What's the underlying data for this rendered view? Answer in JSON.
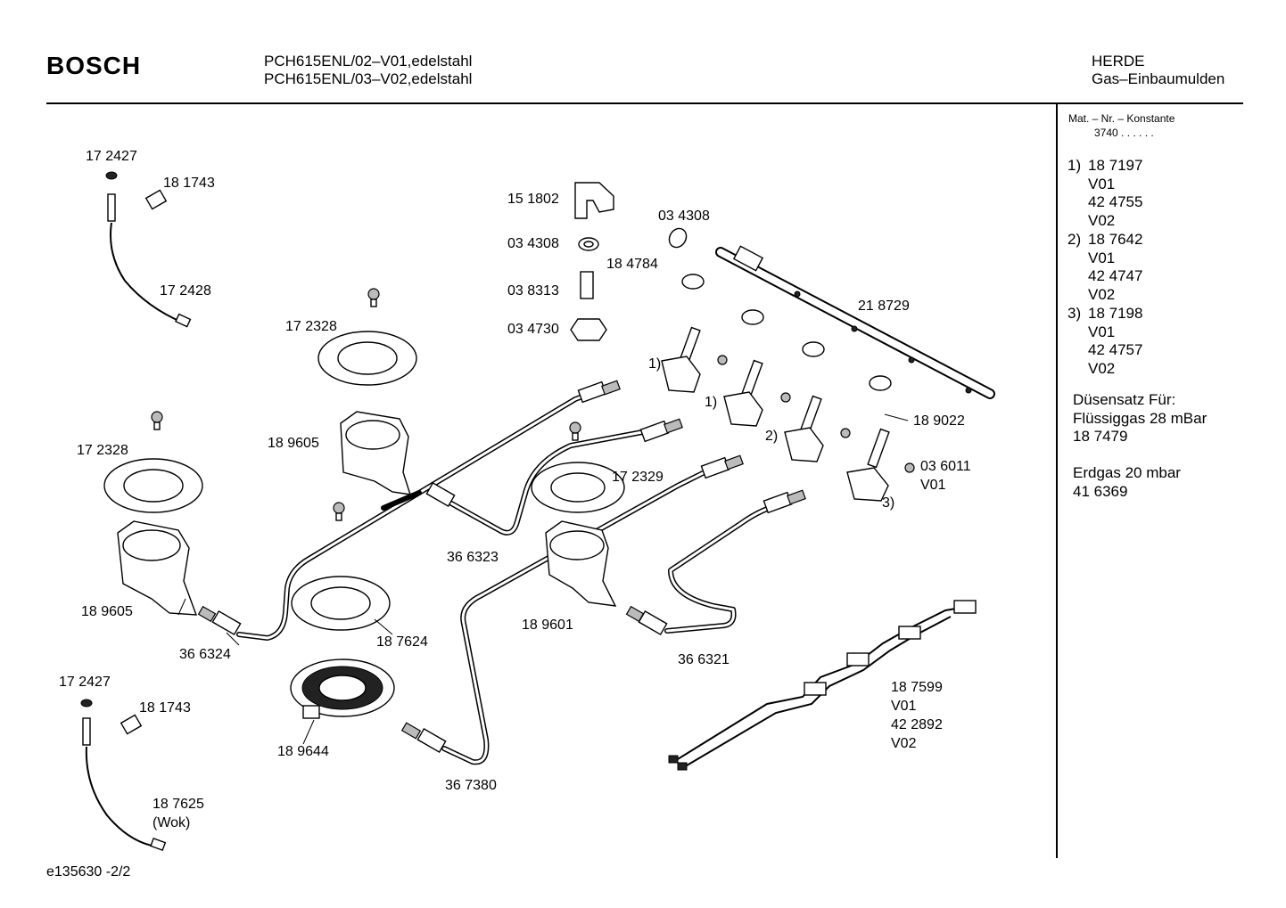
{
  "header": {
    "brand": "BOSCH",
    "model_line_1": "PCH615ENL/02–V01,edelstahl",
    "model_line_2": "PCH615ENL/03–V02,edelstahl",
    "category_line_1": "HERDE",
    "category_line_2": "Gas–Einbaumulden"
  },
  "side_panel": {
    "mat_title": "Mat. – Nr. – Konstante",
    "mat_value": "3740  .  .  .  .  .  .",
    "variants": [
      {
        "num": "1)",
        "part": "18 7197",
        "v01": "V01",
        "alt": "42 4755",
        "v02": "V02"
      },
      {
        "num": "2)",
        "part": "18 7642",
        "v01": "V01",
        "alt": "42 4747",
        "v02": "V02"
      },
      {
        "num": "3)",
        "part": "18 7198",
        "v01": "V01",
        "alt": "42 4757",
        "v02": "V02"
      }
    ],
    "nozzle_title": "Düsensatz Für:",
    "lpg_label": "Flüssiggas 28 mBar",
    "lpg_part": "18 7479",
    "ng_label": "Erdgas 20 mbar",
    "ng_part": "41 6369"
  },
  "part_labels": {
    "p172427_top": "17 2427",
    "p181743_top": "18 1743",
    "p172428": "17 2428",
    "p172328_a": "17 2328",
    "p172328_b": "17 2328",
    "p189605_a": "18 9605",
    "p189605_b": "18 9605",
    "p151802": "15 1802",
    "p034308_a": "03 4308",
    "p034308_b": "03 4308",
    "p038313": "03 8313",
    "p034730": "03 4730",
    "p184784": "18 4784",
    "p218729": "21 8729",
    "p189022": "18 9022",
    "p036011": "03 6011",
    "p036011_v": "V01",
    "p172329": "17 2329",
    "p366323": "36 6323",
    "p189601": "18 9601",
    "p366324": "36 6324",
    "p187624": "18 7624",
    "p366321": "36 6321",
    "p172427_bot": "17 2427",
    "p181743_bot": "18 1743",
    "p189644": "18 9644",
    "p367380": "36 7380",
    "p187625": "18 7625",
    "p187625_note": "(Wok)",
    "p187599": "18 7599",
    "p187599_v01": "V01",
    "p422892": "42 2892",
    "p187599_v02": "V02",
    "callout_1a": "1)",
    "callout_1b": "1)",
    "callout_2": "2)",
    "callout_3": "3)"
  },
  "footer": {
    "doc_id": "e135630  -2/2"
  }
}
